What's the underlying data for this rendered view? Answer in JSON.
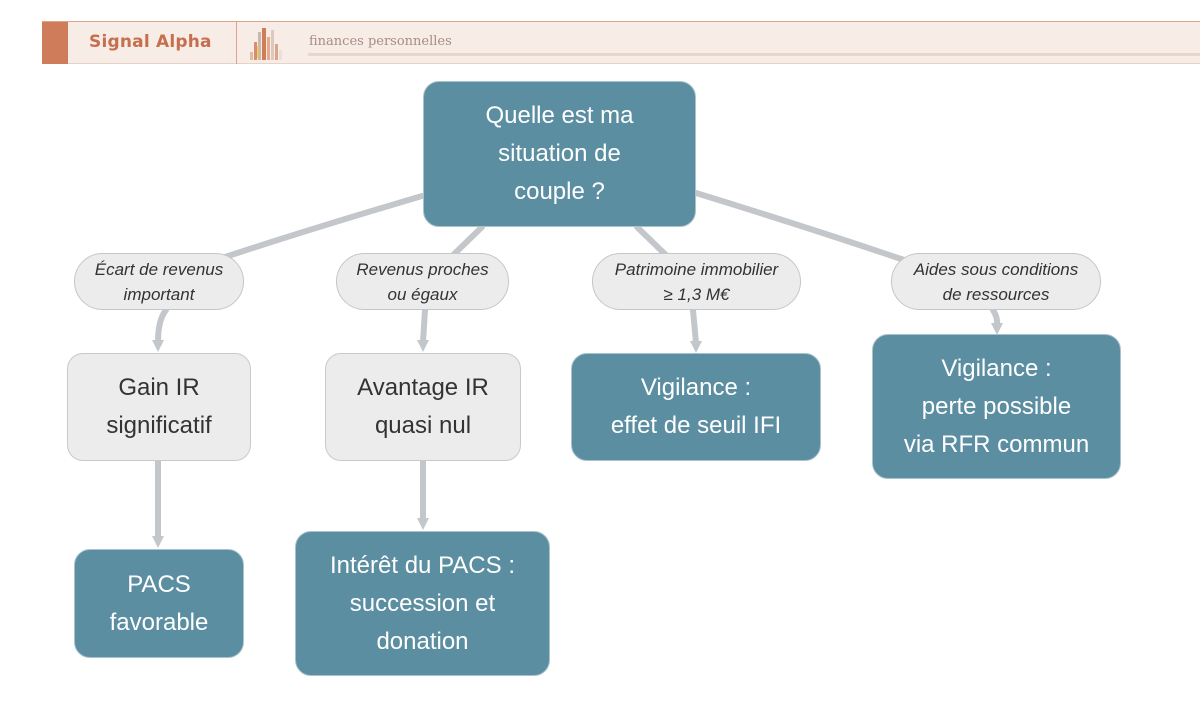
{
  "header": {
    "brand": "Signal Alpha",
    "tagline": "finances personnelles",
    "logo_icon": "bar-chart-logo-icon"
  },
  "colors": {
    "dark_node": "#5b8ea1",
    "light_node": "#ececec",
    "connector": "#c3c6ca",
    "brand": "#c56f4e",
    "header_bg": "#f8ece6"
  },
  "diagram": {
    "question": "Quelle est ma\nsituation de\ncouple ?",
    "branches": [
      {
        "condition": "Écart de revenus\nimportant",
        "outcome": "Gain IR\nsignificatif",
        "conclusion": "PACS\nfavorable"
      },
      {
        "condition": "Revenus proches\nou égaux",
        "outcome": "Avantage IR\nquasi nul",
        "conclusion": "Intérêt du PACS :\nsuccession et\ndonation"
      },
      {
        "condition": "Patrimoine immobilier\n≥ 1,3 M€",
        "outcome": "Vigilance :\neffet de seuil IFI"
      },
      {
        "condition": "Aides sous conditions\nde ressources",
        "outcome": "Vigilance :\nperte possible\nvia RFR commun"
      }
    ]
  }
}
